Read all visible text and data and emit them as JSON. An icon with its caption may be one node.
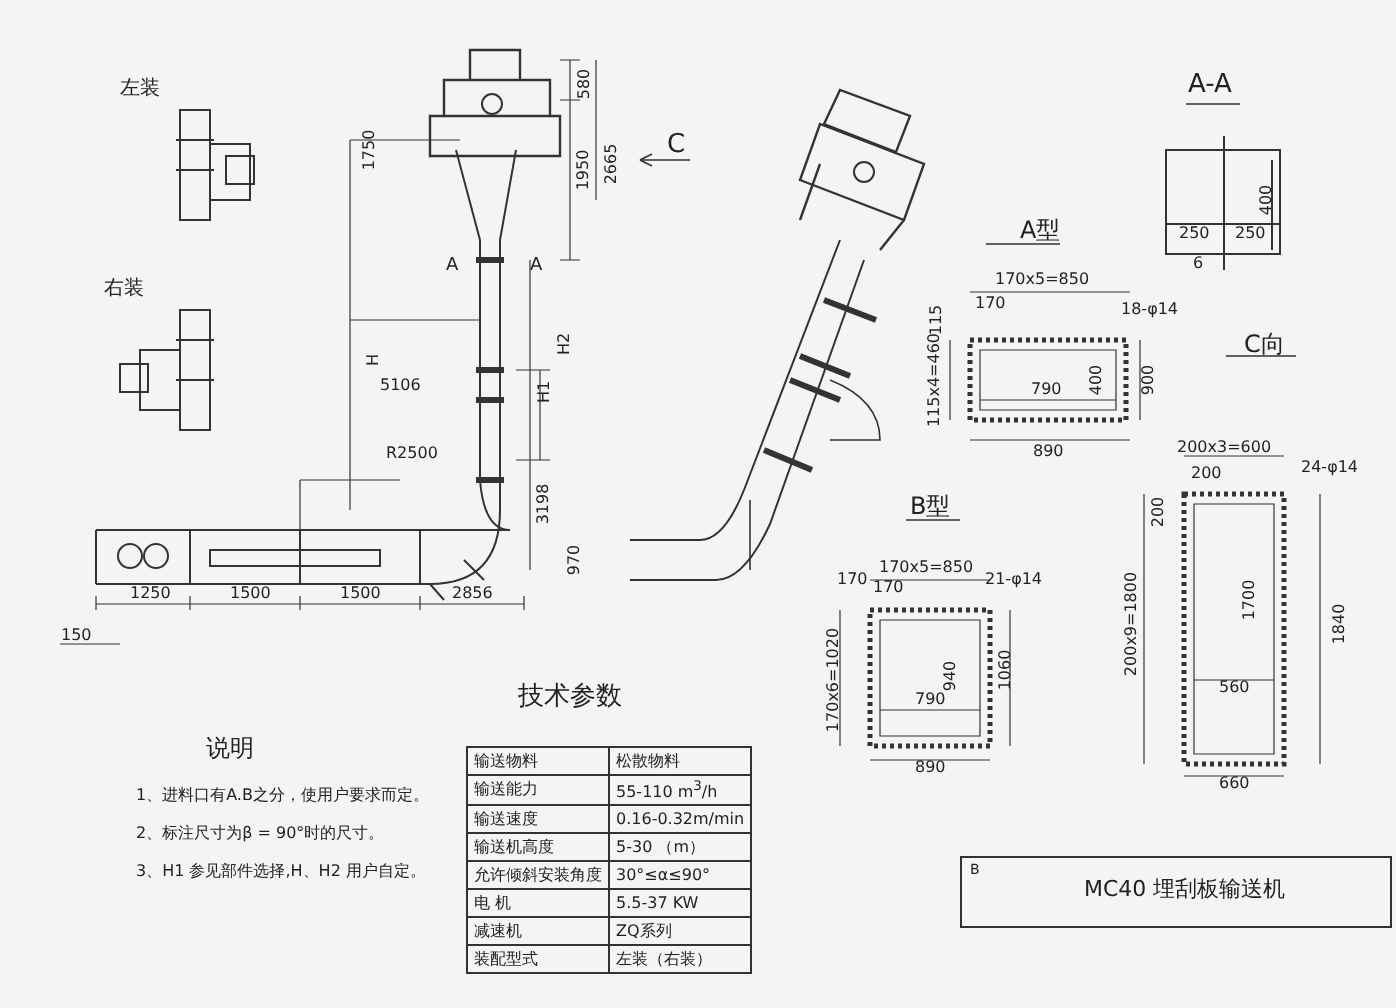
{
  "diagram": {
    "labels": [
      "左装",
      "右装",
      "1750",
      "580",
      "1950",
      "2665",
      "C",
      "A",
      "A",
      "H",
      "H2",
      "H1",
      "5106",
      "R2500",
      "3198",
      "970",
      "1250",
      "1500",
      "1500",
      "2856",
      "150",
      "A-A",
      "400",
      "250",
      "250",
      "6",
      "A型",
      "170x5=850",
      "170",
      "115",
      "115x4=460",
      "790",
      "400",
      "900",
      "890",
      "18-φ14",
      "C向",
      "200x3=600",
      "200",
      "200",
      "24-φ14",
      "200x9=1800",
      "1700",
      "560",
      "1840",
      "660",
      "B型",
      "170x5=850",
      "170",
      "170",
      "21-φ14",
      "170x6=1020",
      "940",
      "790",
      "1060",
      "890",
      "技术参数",
      "输送物料",
      "松散物料",
      "输送能力",
      "55-110 m$^{3}$/h",
      "输送速度",
      "0.16-0.32m/min",
      "输送机高度",
      "5-30 （m）",
      "允许倾斜安装角度",
      "30°≤α≤90°",
      "电 机",
      "5.5-37 KW",
      "减速机",
      "ZQ系列",
      "装配型式",
      "左装（右装）",
      "说明",
      "1、进料口有A.B之分，使用户要求而定。",
      "2、标注尺寸为β = 90°时的尺寸。",
      "3、H1 参见部件选择,H、H2 用户自定。",
      "B",
      "MC40 埋刮板输送机"
    ]
  }
}
